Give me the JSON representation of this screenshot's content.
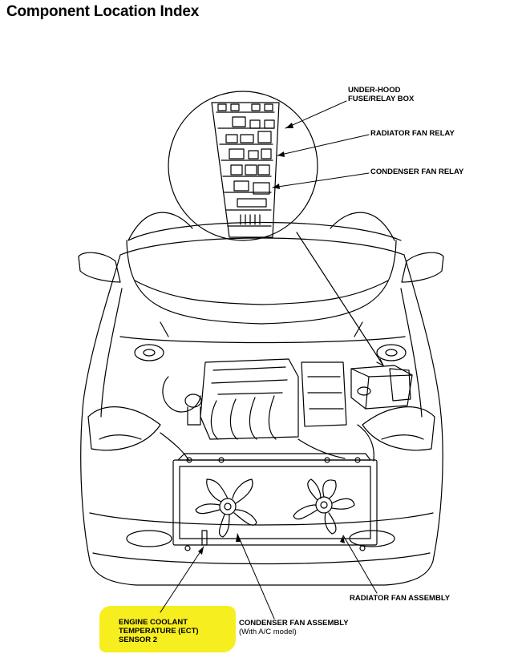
{
  "title": "Component Location Index",
  "labels": {
    "under_hood_box": [
      "UNDER-HOOD",
      "FUSE/RELAY BOX"
    ],
    "radiator_fan_relay": "RADIATOR FAN RELAY",
    "condenser_fan_relay": "CONDENSER FAN RELAY",
    "radiator_fan_assembly": "RADIATOR FAN ASSEMBLY",
    "condenser_fan_assembly": [
      "CONDENSER FAN ASSEMBLY",
      "(With A/C model)"
    ],
    "ect_sensor": [
      "ENGINE COOLANT",
      "TEMPERATURE (ECT)",
      "SENSOR 2"
    ]
  },
  "colors": {
    "highlight": "#f6ee1e",
    "line": "#000000"
  }
}
